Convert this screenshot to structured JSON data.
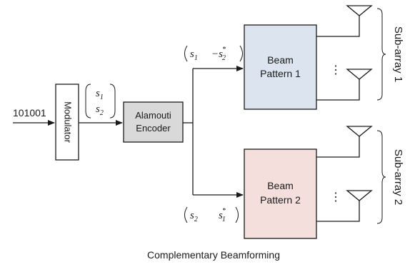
{
  "input_bits": "101001",
  "modulator_label": "Modulator",
  "mod_output": {
    "s1": "s",
    "s1_sub": "1",
    "s2": "s",
    "s2_sub": "2"
  },
  "encoder_label_line1": "Alamouti",
  "encoder_label_line2": "Encoder",
  "upper_vector": {
    "a": "s",
    "a_sub": "1",
    "minus": "−",
    "b": "s",
    "b_sub": "2",
    "b_sup": "*"
  },
  "lower_vector": {
    "a": "s",
    "a_sub": "2",
    "b": "s",
    "b_sub": "1",
    "b_sup": "*"
  },
  "beam1": {
    "line1": "Beam",
    "line2": "Pattern 1"
  },
  "beam2": {
    "line1": "Beam",
    "line2": "Pattern 2"
  },
  "ellipsis": "⋮",
  "subarray1_label": "Sub-array 1",
  "subarray2_label": "Sub-array 2",
  "caption": "Complementary Beamforming",
  "colors": {
    "encoder_fill": "#d9d9d9",
    "beam1_fill": "#dbe4ef",
    "beam2_fill": "#f4dfdc",
    "stroke": "#1a1a1a"
  }
}
